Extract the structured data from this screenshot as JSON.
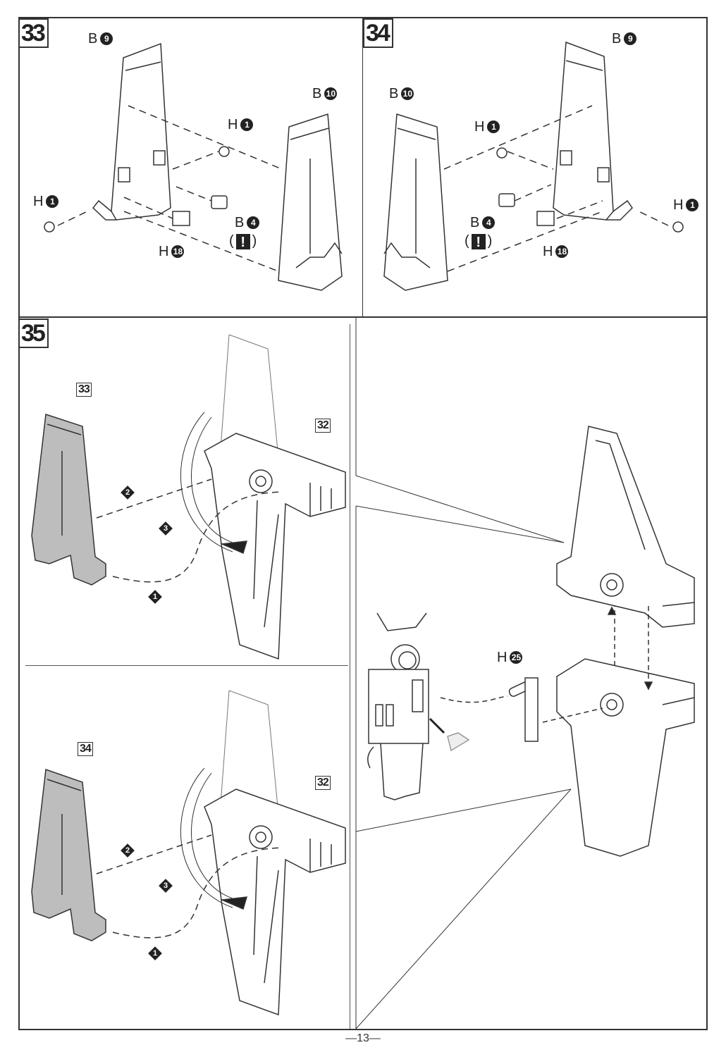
{
  "page": {
    "page_number": "—13—"
  },
  "steps": [
    {
      "number": "33",
      "parts": [
        {
          "letter": "B",
          "num": "9"
        },
        {
          "letter": "B",
          "num": "10"
        },
        {
          "letter": "H",
          "num": "1"
        },
        {
          "letter": "H",
          "num": "1"
        },
        {
          "letter": "B",
          "num": "4"
        },
        {
          "letter": "H",
          "num": "18"
        }
      ],
      "caution_open": "(",
      "caution_mark": "!",
      "caution_close": ")"
    },
    {
      "number": "34",
      "parts": [
        {
          "letter": "B",
          "num": "9"
        },
        {
          "letter": "B",
          "num": "10"
        },
        {
          "letter": "H",
          "num": "1"
        },
        {
          "letter": "H",
          "num": "1"
        },
        {
          "letter": "B",
          "num": "4"
        },
        {
          "letter": "H",
          "num": "18"
        }
      ],
      "caution_open": "(",
      "caution_mark": "!",
      "caution_close": ")"
    },
    {
      "number": "35",
      "sub_a": {
        "ref_from": "33",
        "ref_to": "32",
        "order": [
          "2",
          "3",
          "1"
        ]
      },
      "sub_b": {
        "ref_from": "34",
        "ref_to": "32",
        "order": [
          "2",
          "3",
          "1"
        ]
      },
      "detail": {
        "part": {
          "letter": "H",
          "num": "25"
        }
      }
    }
  ],
  "colors": {
    "line": "#333333",
    "shaded_part": "#bdbdbd",
    "background": "#ffffff"
  }
}
